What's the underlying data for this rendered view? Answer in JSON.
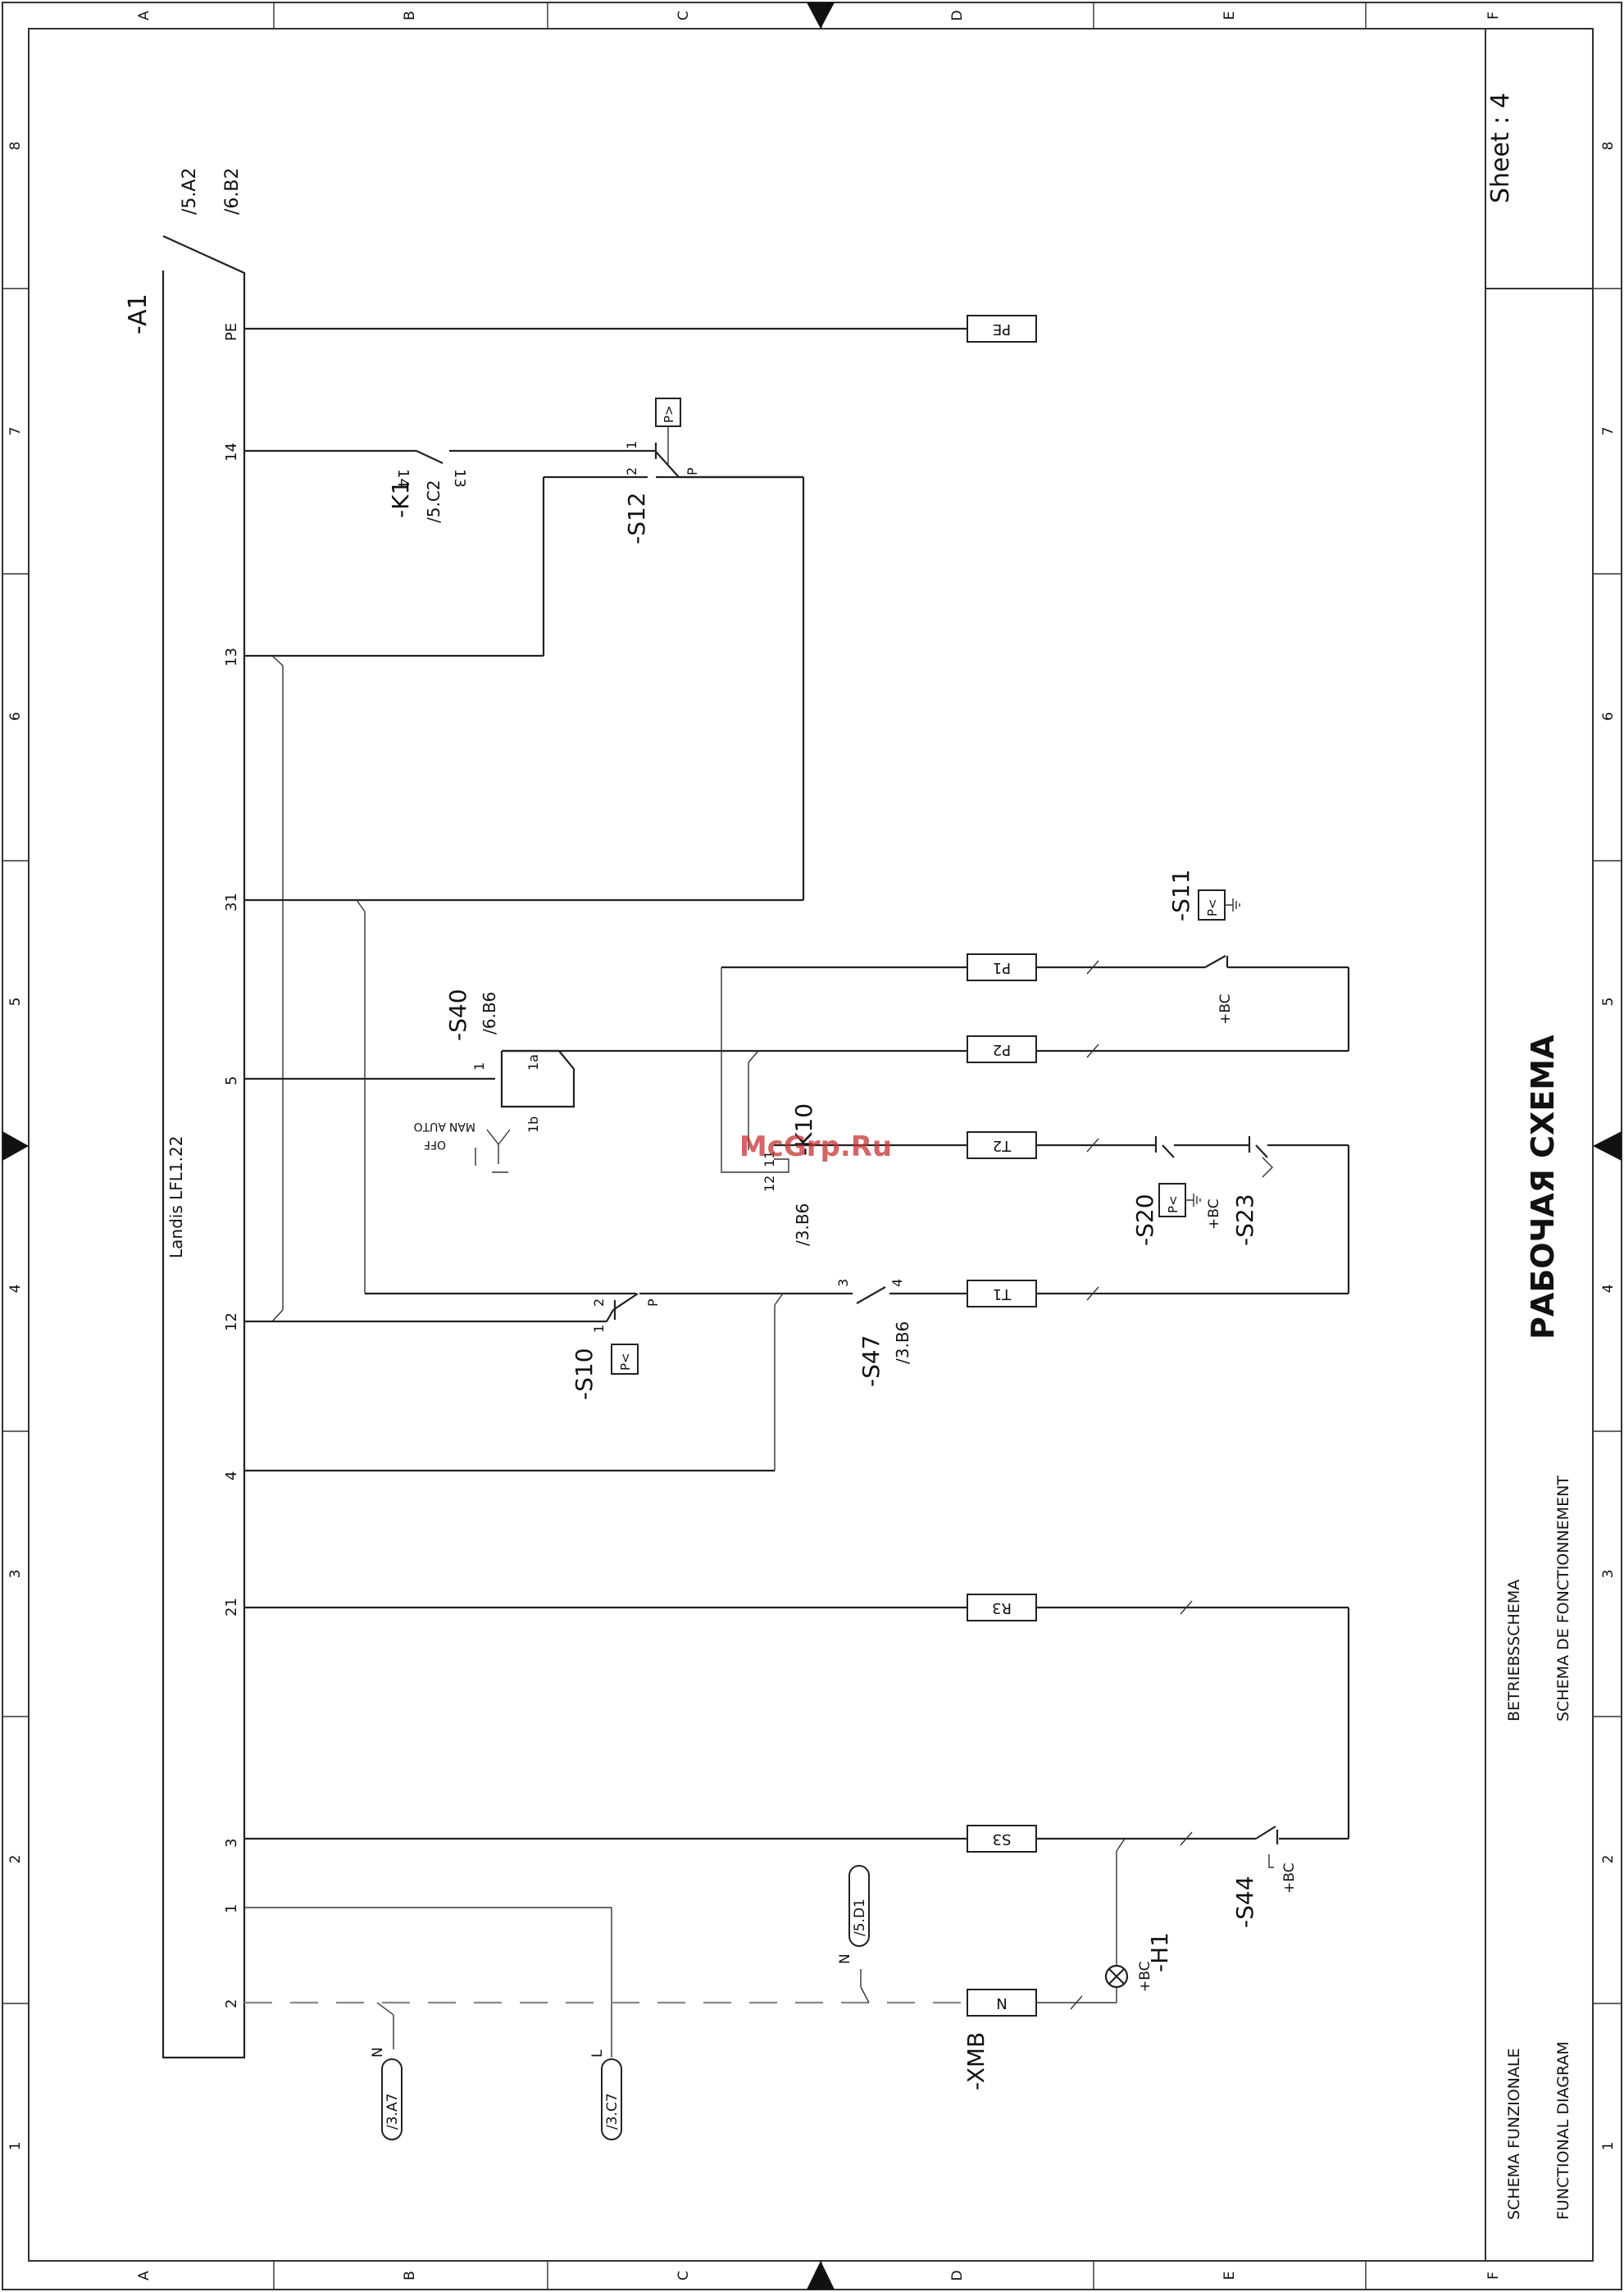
{
  "title_block": {
    "sheet_label": "Sheet : 4",
    "title_ru": "РАБОЧАЯ СХЕМА",
    "title_de": "BETRIEBSSCHEMA",
    "title_fr": "SCHEMA DE FONCTIONNEMENT",
    "title_it": "SCHEMA FUNZIONALE",
    "title_en": "FUNCTIONAL DIAGRAM"
  },
  "frame": {
    "columns": [
      "A",
      "B",
      "C",
      "D",
      "E",
      "F"
    ],
    "rows": [
      "1",
      "2",
      "3",
      "4",
      "5",
      "6",
      "7",
      "8"
    ]
  },
  "watermark": "McGrp.Ru",
  "controller": {
    "tag": "-A1",
    "model": "Landis LFL1.22",
    "refs": [
      "/5.A2",
      "/6.B2"
    ],
    "terminals": [
      "PE",
      "14",
      "13",
      "31",
      "5",
      "12",
      "4",
      "21",
      "3",
      "1",
      "2"
    ]
  },
  "terminal_strip": {
    "tag": "-XMB",
    "terminals": [
      "PE",
      "P1",
      "P2",
      "T2",
      "T1",
      "R3",
      "S3",
      "N"
    ]
  },
  "devices": {
    "k1": {
      "tag": "-K1",
      "ref": "/5.C2",
      "pin_a": "14",
      "pin_b": "13"
    },
    "s12": {
      "tag": "-S12",
      "pin1": "1",
      "pin2": "2",
      "pin_p": "P",
      "sensor": "P>"
    },
    "s40": {
      "tag": "-S40",
      "ref": "/6.B6",
      "pin1": "1",
      "pin1a": "1a",
      "pin1b": "1b",
      "modes": [
        "AUTO",
        "OFF",
        "MAN"
      ]
    },
    "k10": {
      "tag": "-K10",
      "ref": "/3.B6",
      "pin11": "11",
      "pin12": "12"
    },
    "s10": {
      "tag": "-S10",
      "pin1": "1",
      "pin2": "2",
      "pin_p": "P",
      "sensor": "P<"
    },
    "s47": {
      "tag": "-S47",
      "ref": "/3.B6",
      "pin3": "3",
      "pin4": "4"
    },
    "s11": {
      "tag": "-S11",
      "loc": "+BC",
      "sensor": "P<"
    },
    "s20": {
      "tag": "-S20",
      "loc": "+BC",
      "sensor": "P<"
    },
    "s23": {
      "tag": "-S23"
    },
    "s44": {
      "tag": "-S44",
      "loc": "+BC"
    },
    "h1": {
      "tag": "-H1",
      "loc": "+BC"
    }
  },
  "cross_refs": {
    "n_top": {
      "label": "N",
      "ref": "/5.D1"
    },
    "n_left": {
      "label": "N",
      "ref": "/3.A7"
    },
    "l_left": {
      "label": "L",
      "ref": "/3.C7"
    }
  }
}
